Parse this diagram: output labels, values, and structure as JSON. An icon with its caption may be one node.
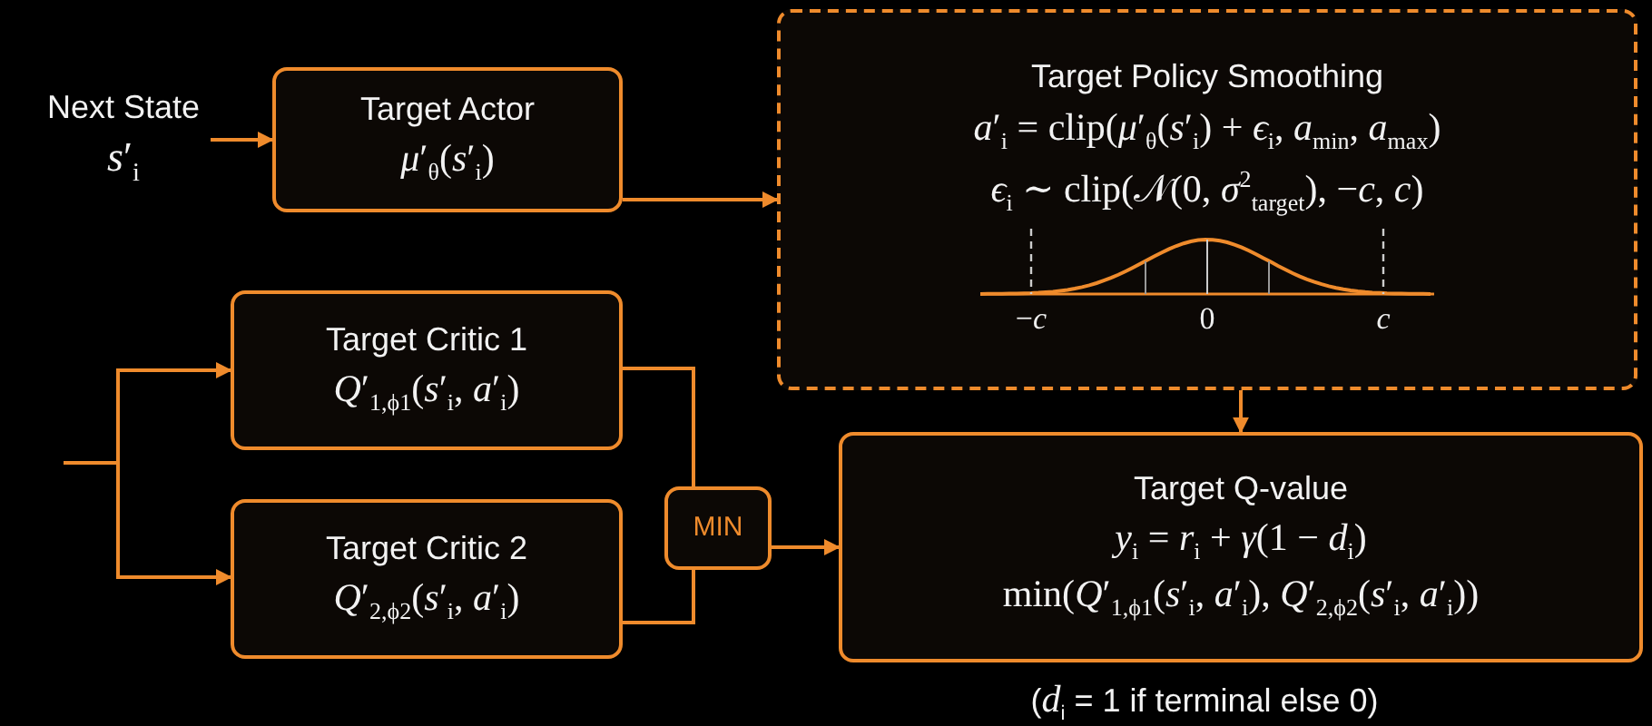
{
  "diagram": {
    "nodes": [
      {
        "text": [
          "Next State",
          "*s*′$_{i}$"
        ]
      },
      {
        "text": [
          "Target Actor",
          "*μ*′$_{θ}$(*s*′$_{i}$)"
        ]
      },
      {
        "text": [
          "Target Policy Smoothing",
          "*a*′$_{i}$ = clip(*μ*′$_{θ}$(*s*′$_{i}$) + *ϵ*$_{i}$, *a*$_{min}$, *a*$_{max}$)",
          "*ϵ*$_{i}$ ∼ clip(𝒩(0, *σ*$^{2}$$_{target}$), −*c*, *c*)"
        ]
      },
      {
        "text": [
          "Target Critic 1",
          "*Q*′$_{1,ϕ1}$(*s*′$_{i}$, *a*′$_{i}$)"
        ]
      },
      {
        "text": [
          "Target Critic 2",
          "*Q*′$_{2,ϕ2}$(*s*′$_{i}$, *a*′$_{i}$)"
        ]
      },
      {
        "text": [
          "MIN"
        ]
      },
      {
        "text": [
          "Target Q-value",
          "*y*$_{i}$ = *r*$_{i}$ + *γ*(1 − *d*$_{i}$)",
          "min(*Q*′$_{1,ϕ1}$(*s*′$_{i}$, *a*′$_{i}$), *Q*′$_{2,ϕ2}$(*s*′$_{i}$, *a*′$_{i}$))"
        ],
        "beside": [
          "(*d*$_{i}$ = 1 if terminal else 0)"
        ]
      }
    ],
    "edges": [
      {
        "from": 0,
        "to": 1,
        "arrow": "to"
      },
      {
        "from": 1,
        "to": 2,
        "arrow": "to"
      },
      {
        "from": null,
        "to": 3,
        "arrow": "to"
      },
      {
        "from": null,
        "to": 4,
        "arrow": "to"
      },
      {
        "from": 3,
        "to": 5,
        "arrow": "none"
      },
      {
        "from": 4,
        "to": 5,
        "arrow": "none"
      },
      {
        "from": 5,
        "to": 6,
        "arrow": "to"
      },
      {
        "from": 2,
        "to": 6,
        "arrow": "to"
      }
    ],
    "labels": [
      "−*c*",
      "0",
      "*c*"
    ]
  }
}
